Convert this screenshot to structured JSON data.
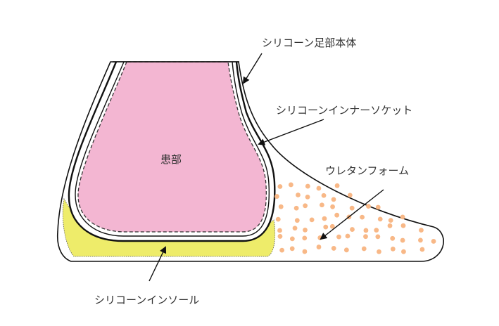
{
  "labels": {
    "foot_body": "シリコーン足部本体",
    "inner_socket": "シリコーンインナーソケット",
    "urethane_foam": "ウレタンフォーム",
    "affected_area": "患部",
    "insole": "シリコーンインソール"
  },
  "colors": {
    "affected_area": "#f3b6d2",
    "insole": "#eeec6a",
    "foam_dots": "#f8b887",
    "outline": "#111111"
  }
}
